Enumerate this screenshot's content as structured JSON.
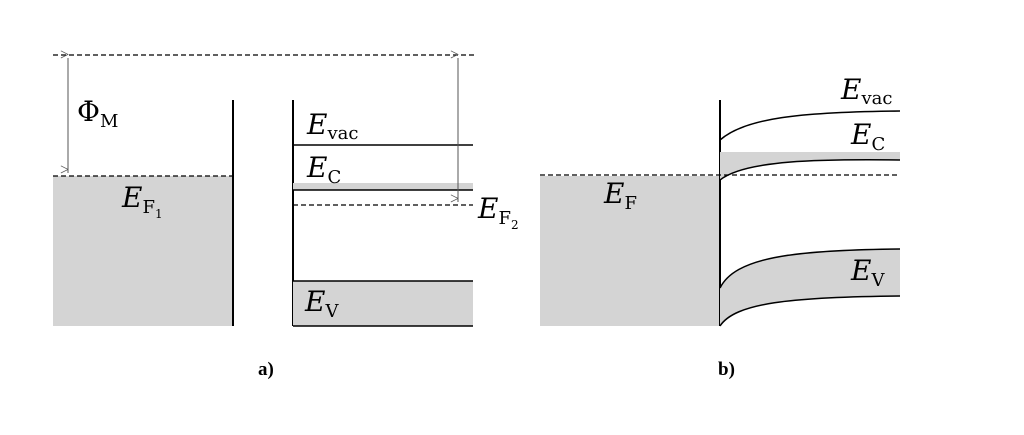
{
  "panel_a": {
    "label": "a)",
    "phi_m": {
      "symbol": "Φ",
      "subscript": "M"
    },
    "e_vac": {
      "symbol": "E",
      "subscript": "vac"
    },
    "e_c": {
      "symbol": "E",
      "subscript": "C"
    },
    "e_f1": {
      "symbol": "E",
      "subscript": "F",
      "subsubscript": "1"
    },
    "e_f2": {
      "symbol": "E",
      "subscript": "F",
      "subsubscript": "2"
    },
    "e_v": {
      "symbol": "E",
      "subscript": "V"
    }
  },
  "panel_b": {
    "label": "b)",
    "e_vac": {
      "symbol": "E",
      "subscript": "vac"
    },
    "e_c": {
      "symbol": "E",
      "subscript": "C"
    },
    "e_f": {
      "symbol": "E",
      "subscript": "F"
    },
    "e_v": {
      "symbol": "E",
      "subscript": "V"
    }
  },
  "colors": {
    "fill": "#d4d4d4",
    "line": "#000000",
    "arrow": "#555555"
  }
}
